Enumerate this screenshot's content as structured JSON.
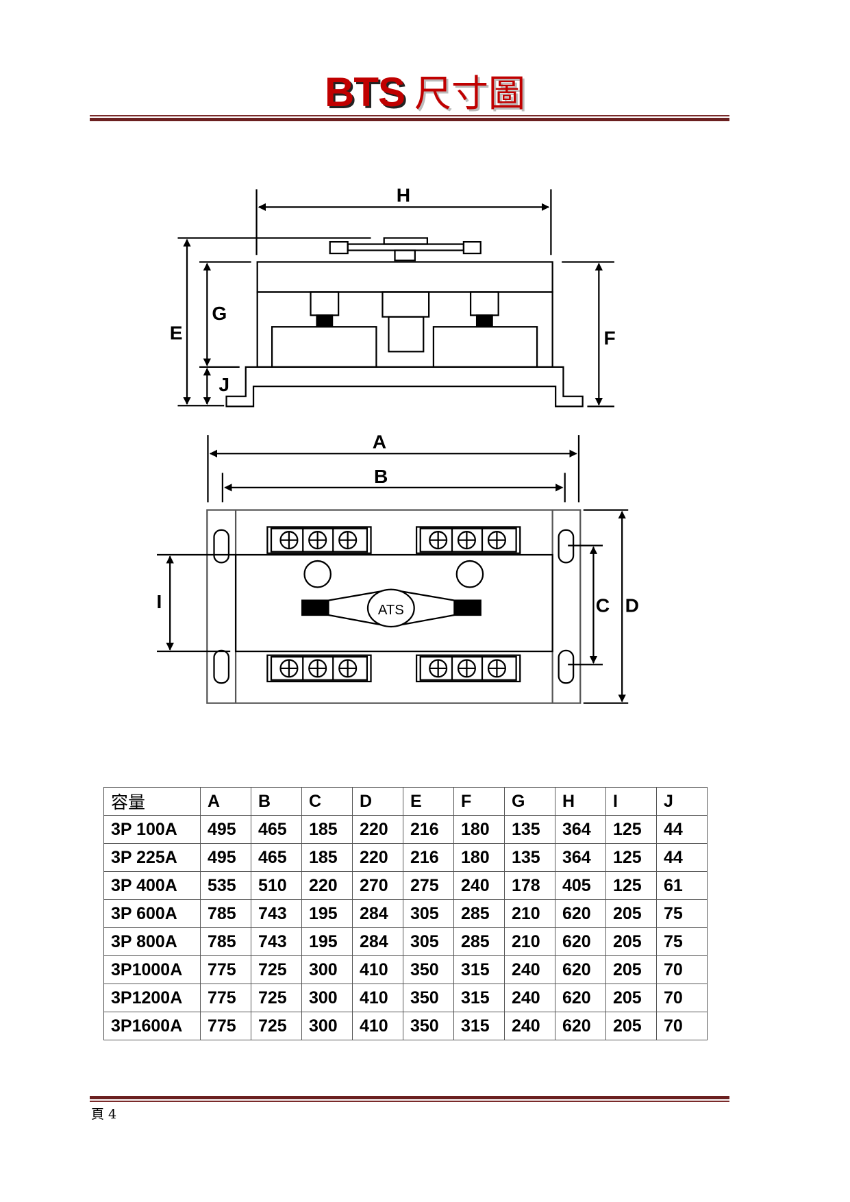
{
  "header": {
    "title_en": "BTS",
    "title_zh": "尺寸圖"
  },
  "diagram": {
    "labels": {
      "A": "A",
      "B": "B",
      "C": "C",
      "D": "D",
      "E": "E",
      "F": "F",
      "G": "G",
      "H": "H",
      "I": "I",
      "J": "J"
    },
    "center_label": "ATS"
  },
  "table": {
    "headers": [
      "容量",
      "A",
      "B",
      "C",
      "D",
      "E",
      "F",
      "G",
      "H",
      "I",
      "J"
    ],
    "rows": [
      [
        "3P 100A",
        "495",
        "465",
        "185",
        "220",
        "216",
        "180",
        "135",
        "364",
        "125",
        "44"
      ],
      [
        "3P 225A",
        "495",
        "465",
        "185",
        "220",
        "216",
        "180",
        "135",
        "364",
        "125",
        "44"
      ],
      [
        "3P 400A",
        "535",
        "510",
        "220",
        "270",
        "275",
        "240",
        "178",
        "405",
        "125",
        "61"
      ],
      [
        "3P 600A",
        "785",
        "743",
        "195",
        "284",
        "305",
        "285",
        "210",
        "620",
        "205",
        "75"
      ],
      [
        "3P 800A",
        "785",
        "743",
        "195",
        "284",
        "305",
        "285",
        "210",
        "620",
        "205",
        "75"
      ],
      [
        "3P1000A",
        "775",
        "725",
        "300",
        "410",
        "350",
        "315",
        "240",
        "620",
        "205",
        "70"
      ],
      [
        "3P1200A",
        "775",
        "725",
        "300",
        "410",
        "350",
        "315",
        "240",
        "620",
        "205",
        "70"
      ],
      [
        "3P1600A",
        "775",
        "725",
        "300",
        "410",
        "350",
        "315",
        "240",
        "620",
        "205",
        "70"
      ]
    ]
  },
  "footer": {
    "page_label": "頁 4"
  },
  "colors": {
    "title": "#c00000",
    "rule": "#6b2020"
  }
}
